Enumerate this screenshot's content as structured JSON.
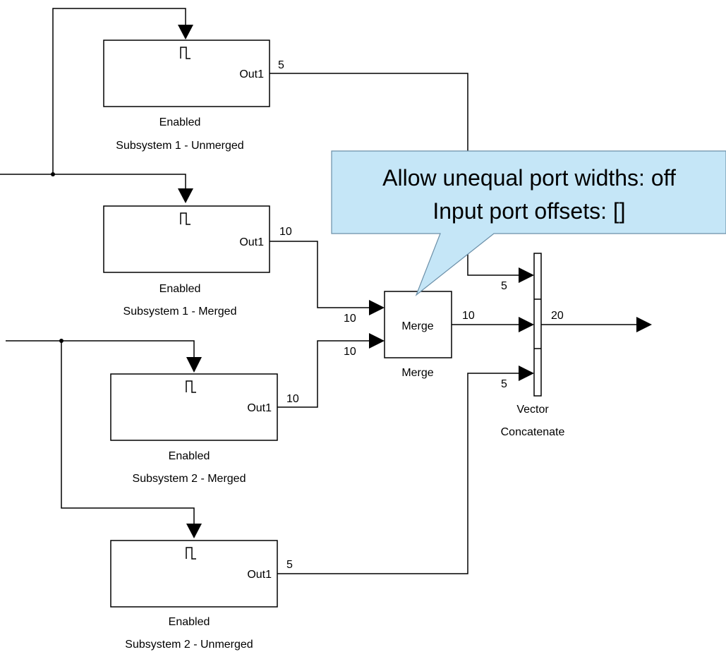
{
  "blocks": {
    "sub1_unmerged": {
      "port": "Out1",
      "caption_line1": "Enabled",
      "caption_line2": "Subsystem 1 - Unmerged"
    },
    "sub1_merged": {
      "port": "Out1",
      "caption_line1": "Enabled",
      "caption_line2": "Subsystem 1 - Merged"
    },
    "sub2_merged": {
      "port": "Out1",
      "caption_line1": "Enabled",
      "caption_line2": "Subsystem 2 - Merged"
    },
    "sub2_unmerged": {
      "port": "Out1",
      "caption_line1": "Enabled",
      "caption_line2": "Subsystem 2 - Unmerged"
    },
    "merge": {
      "label": "Merge",
      "caption": "Merge"
    },
    "vector_concat": {
      "caption_line1": "Vector",
      "caption_line2": "Concatenate"
    }
  },
  "signals": {
    "sub1_unmerged_out": "5",
    "sub1_merged_out": "10",
    "sub2_merged_out": "10",
    "sub2_unmerged_out": "5",
    "merge_in1": "10",
    "merge_in2": "10",
    "merge_out": "10",
    "concat_in1": "5",
    "concat_in3": "5",
    "concat_out": "20"
  },
  "callout": {
    "line1": "Allow unequal port widths: off",
    "line2": "Input port offsets: []"
  },
  "colors": {
    "callout_fill": "#c5e6f7",
    "callout_border": "#6b8fa8"
  },
  "icons": {
    "enable_port": "enable-pulse-icon"
  }
}
